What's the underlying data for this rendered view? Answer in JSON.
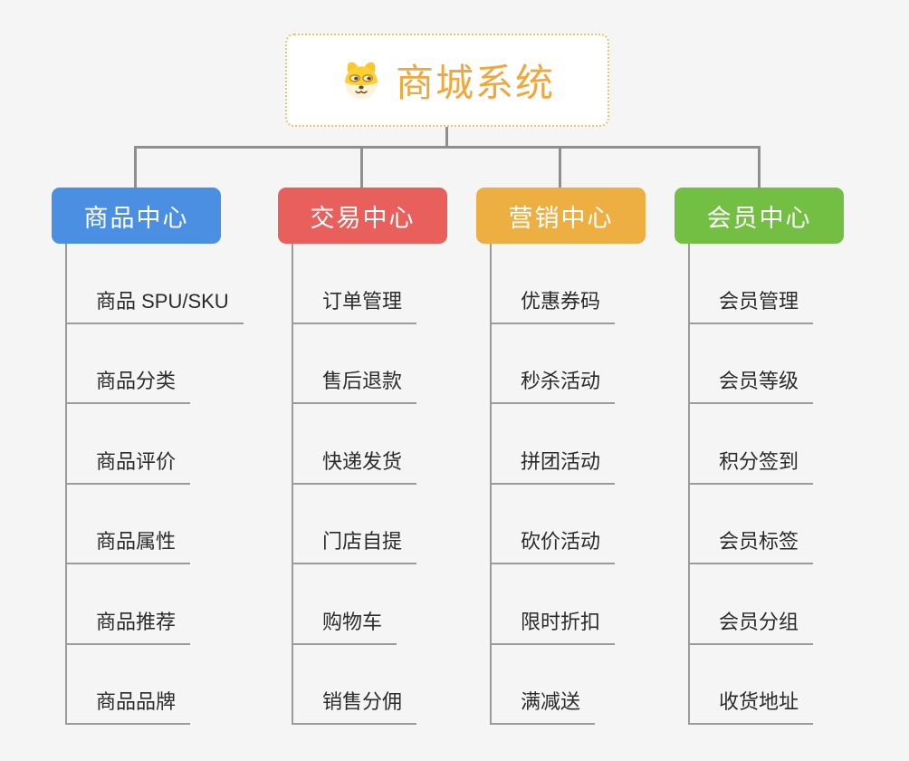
{
  "root": {
    "title": "商城系统",
    "icon": "dog-face-icon"
  },
  "colors": {
    "root_accent": "#f0a73c",
    "root_border": "#f3c269",
    "connector": "#8f8f8f",
    "branch_product": "#4b8fe2",
    "branch_trade": "#e95f5c",
    "branch_marketing": "#edaf42",
    "branch_member": "#72bf44"
  },
  "branches": [
    {
      "label": "商品中心",
      "color": "#4b8fe2",
      "items": [
        "商品 SPU/SKU",
        "商品分类",
        "商品评价",
        "商品属性",
        "商品推荐",
        "商品品牌"
      ]
    },
    {
      "label": "交易中心",
      "color": "#e95f5c",
      "items": [
        "订单管理",
        "售后退款",
        "快递发货",
        "门店自提",
        "购物车",
        "销售分佣"
      ]
    },
    {
      "label": "营销中心",
      "color": "#edaf42",
      "items": [
        "优惠券码",
        "秒杀活动",
        "拼团活动",
        "砍价活动",
        "限时折扣",
        "满减送"
      ]
    },
    {
      "label": "会员中心",
      "color": "#72bf44",
      "items": [
        "会员管理",
        "会员等级",
        "积分签到",
        "会员标签",
        "会员分组",
        "收货地址"
      ]
    }
  ]
}
